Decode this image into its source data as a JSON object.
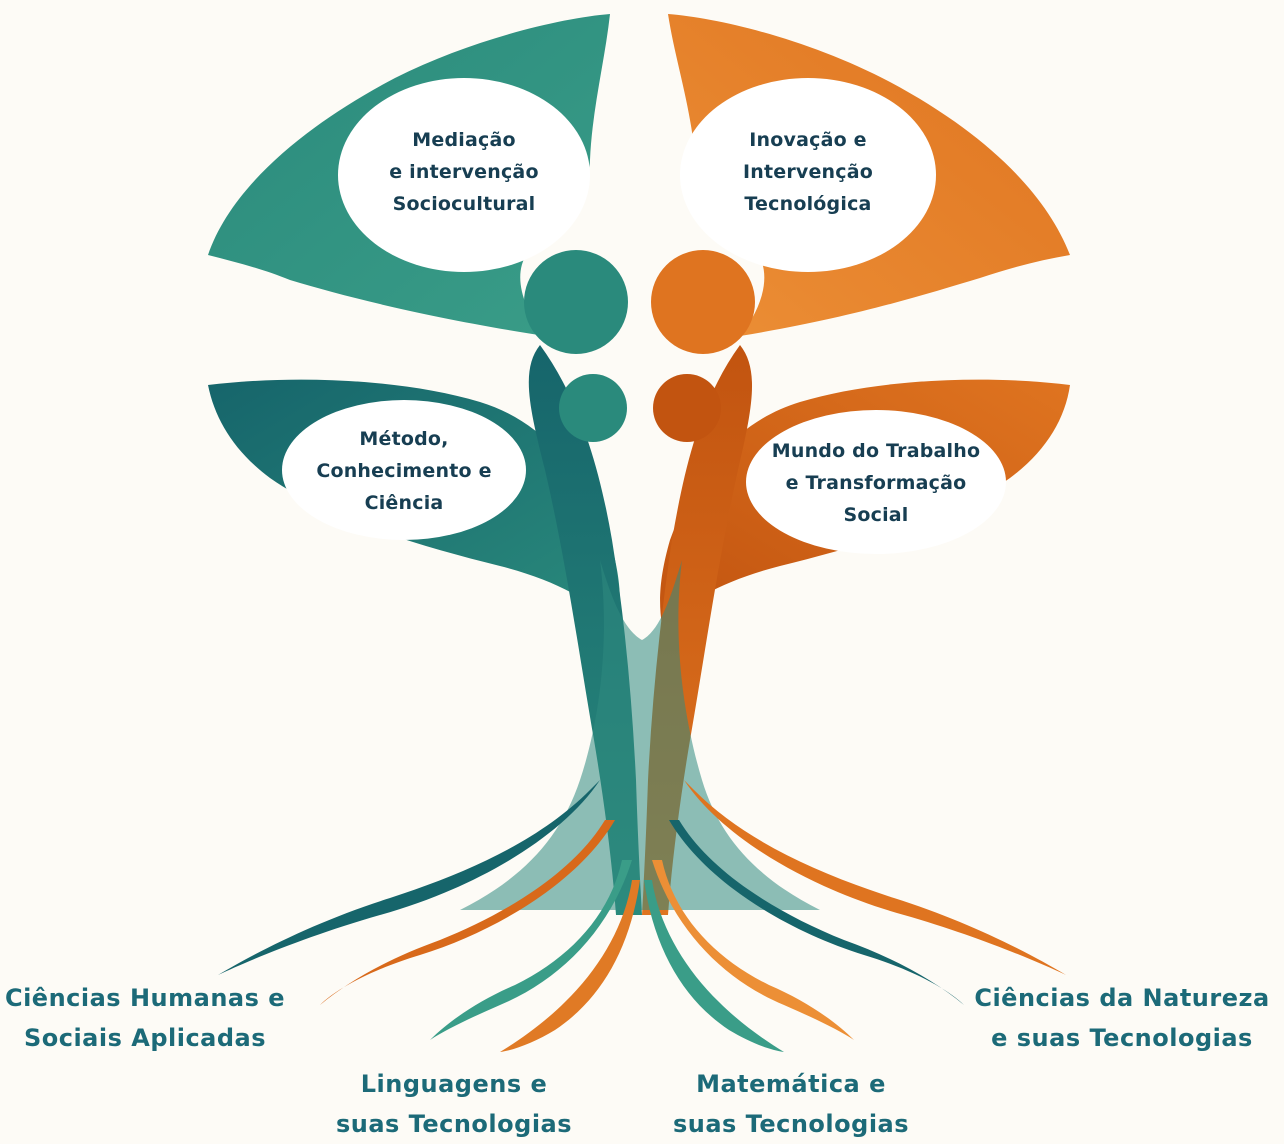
{
  "colors": {
    "teal_dark": "#16656b",
    "teal": "#2a8a7c",
    "teal_light": "#3a9d88",
    "orange_dark": "#c25410",
    "orange": "#df7420",
    "orange_light": "#ec8f36",
    "background": "#fdfbf6",
    "bubble_text": "#173e52",
    "label_text": "#1c6a78"
  },
  "branches": {
    "top_left": {
      "lines": [
        "Mediação",
        "e intervenção",
        "Sociocultural"
      ]
    },
    "top_right": {
      "lines": [
        "Inovação e",
        "Intervenção",
        "Tecnológica"
      ]
    },
    "mid_left": {
      "lines": [
        "Método,",
        "Conhecimento e",
        "Ciência"
      ]
    },
    "mid_right": {
      "lines": [
        "Mundo do Trabalho",
        "e  Transformação",
        "Social"
      ]
    }
  },
  "roots": {
    "humanas": {
      "lines": [
        "Ciências Humanas e",
        "Sociais Aplicadas"
      ]
    },
    "linguagens": {
      "lines": [
        "Linguagens e",
        "suas Tecnologias"
      ]
    },
    "matematica": {
      "lines": [
        "Matemática e",
        "suas Tecnologias"
      ]
    },
    "natureza": {
      "lines": [
        "Ciências da Natureza",
        "e suas Tecnologias"
      ]
    }
  }
}
